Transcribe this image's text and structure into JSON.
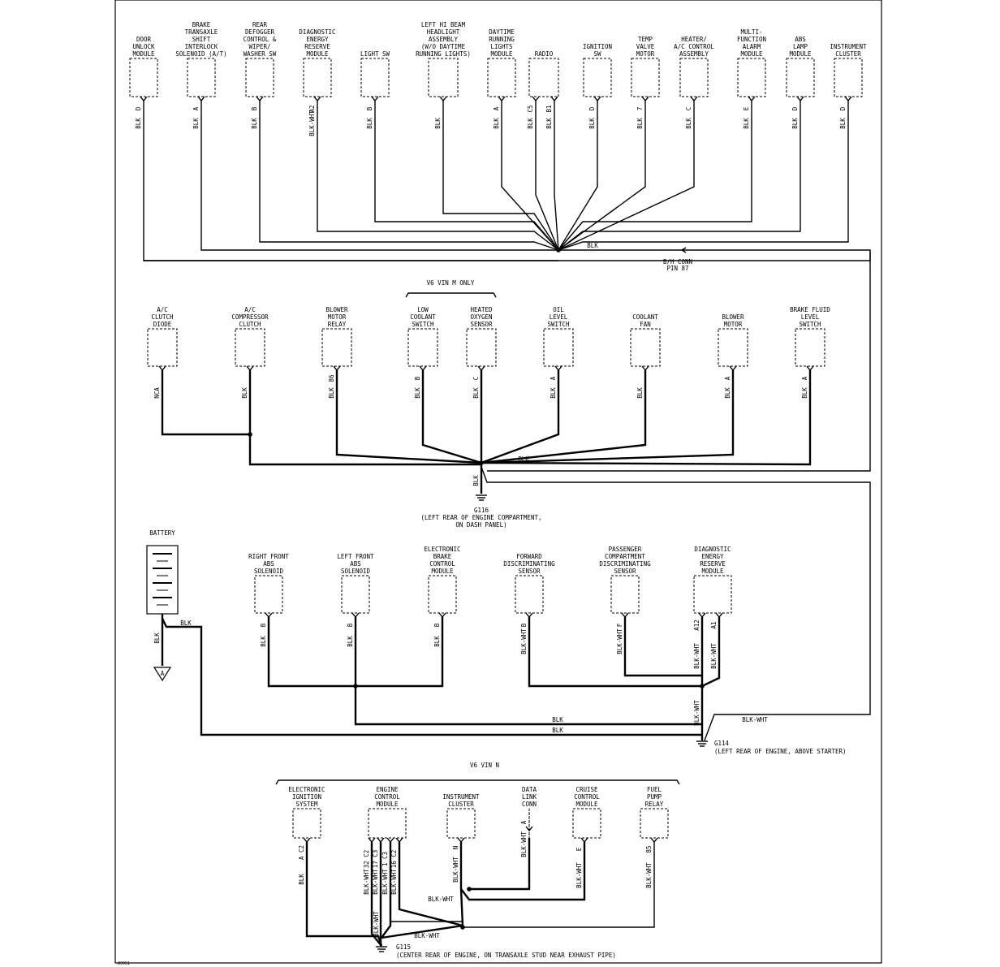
{
  "components": {
    "door_unlock": {
      "label": [
        "DOOR",
        "UNLOCK",
        "MODULE"
      ],
      "pin": "D",
      "wire": "BLK"
    },
    "brake_transaxle": {
      "label": [
        "BRAKE",
        "TRANSAXLE",
        "SHIFT",
        "INTERLOCK",
        "SOLENOID  (A/T)"
      ],
      "pin": "A",
      "wire": "BLK"
    },
    "rear_defogger": {
      "label": [
        "REAR",
        "DEFOGGER",
        "CONTROL &",
        "WIPER/",
        "WASHER SW"
      ],
      "pin": "B",
      "wire": "BLK"
    },
    "diag_energy_top": {
      "label": [
        "DIAGNOSTIC",
        "ENERGY",
        "RESERVE",
        "MODULE"
      ],
      "pin": "A2",
      "wire": "BLK-WHT"
    },
    "light_sw": {
      "label": [
        "LIGHT SW"
      ],
      "pin": "B",
      "wire": "BLK"
    },
    "left_hi_beam": {
      "label": [
        "LEFT HI BEAM",
        "HEADLIGHT",
        "ASSEMBLY",
        "(W/O DAYTIME",
        "RUNNING LIGHTS)"
      ],
      "wire": "BLK"
    },
    "daytime_running": {
      "label": [
        "DAYTIME",
        "RUNNING",
        "LIGHTS",
        "MODULE"
      ],
      "pin": "A",
      "wire": "BLK"
    },
    "radio": {
      "label": [
        "RADIO"
      ],
      "pin1": "C5",
      "wire1": "BLK",
      "pin2": "B1",
      "wire2": "BLK"
    },
    "ignition_sw": {
      "label": [
        "IGNITION",
        "SW"
      ],
      "pin": "D",
      "wire": "BLK"
    },
    "temp_valve": {
      "label": [
        "TEMP",
        "VALVE",
        "MOTOR"
      ],
      "pin": "7",
      "wire": "BLK"
    },
    "heater_ac": {
      "label": [
        "HEATER/",
        "A/C CONTROL",
        "ASSEMBLY"
      ],
      "pin": "C",
      "wire": "BLK"
    },
    "multi_function": {
      "label": [
        "MULTI-",
        "FUNCTION",
        "ALARM",
        "MODULE"
      ],
      "pin": "E",
      "wire": "BLK"
    },
    "abs_lamp": {
      "label": [
        "ABS",
        "LAMP",
        "MODULE"
      ],
      "pin": "D",
      "wire": "BLK"
    },
    "instrument_top": {
      "label": [
        "INSTRUMENT",
        "CLUSTER"
      ],
      "pin": "D",
      "wire": "BLK"
    },
    "ac_clutch_diode": {
      "label": [
        "A/C",
        "CLUTCH",
        "DIODE"
      ],
      "wire": "NCA"
    },
    "ac_compressor": {
      "label": [
        "A/C",
        "COMPRESSOR",
        "CLUTCH"
      ],
      "wire": "BLK"
    },
    "blower_relay": {
      "label": [
        "BLOWER",
        "MOTOR",
        "RELAY"
      ],
      "pin": "86",
      "wire": "BLK"
    },
    "low_coolant": {
      "label": [
        "LOW",
        "COOLANT",
        "SWITCH"
      ],
      "pin": "B",
      "wire": "BLK"
    },
    "heated_oxygen": {
      "label": [
        "HEATED",
        "OXYGEN",
        "SENSOR"
      ],
      "pin": "C",
      "wire": "BLK"
    },
    "oil_level": {
      "label": [
        "OIL",
        "LEVEL",
        "SWITCH"
      ],
      "pin": "A",
      "wire": "BLK"
    },
    "coolant_fan": {
      "label": [
        "COOLANT",
        "FAN"
      ],
      "wire": "BLK"
    },
    "blower_motor": {
      "label": [
        "BLOWER",
        "MOTOR"
      ],
      "pin": "A",
      "wire": "BLK"
    },
    "brake_fluid": {
      "label": [
        "BRAKE FLUID",
        "LEVEL",
        "SWITCH"
      ],
      "pin": "A",
      "wire": "BLK"
    },
    "right_front_abs": {
      "label": [
        "RIGHT FRONT",
        "ABS",
        "SOLENOID"
      ],
      "pin": "B",
      "wire": "BLK"
    },
    "left_front_abs": {
      "label": [
        "LEFT FRONT",
        "ABS",
        "SOLENOID"
      ],
      "pin": "B",
      "wire": "BLK"
    },
    "ebcm": {
      "label": [
        "ELECTRONIC",
        "BRAKE",
        "CONTROL",
        "MODULE"
      ],
      "pin": "B",
      "wire": "BLK"
    },
    "forward_sensor": {
      "label": [
        "FORWARD",
        "DISCRIMINATING",
        "SENSOR"
      ],
      "pin": "B",
      "wire": "BLK-WHT"
    },
    "passenger_sensor": {
      "label": [
        "PASSENGER",
        "COMPARTMENT",
        "DISCRIMINATING",
        "SENSOR"
      ],
      "pin": "F",
      "wire": "BLK-WHT"
    },
    "diag_energy_mid": {
      "label": [
        "DIAGNOSTIC",
        "ENERGY",
        "RESERVE",
        "MODULE"
      ],
      "pin1": "A12",
      "wire1": "BLK-WHT",
      "pin2": "A1",
      "wire2": "BLK-WHT"
    },
    "electronic_ignition": {
      "label": [
        "ELECTRONIC",
        "IGNITION",
        "SYSTEM"
      ],
      "pin": "A",
      "conn": "C2",
      "wire": "BLK"
    },
    "ecm": {
      "label": [
        "ENGINE",
        "CONTROL",
        "MODULE"
      ],
      "pins": [
        {
          "pin": "32",
          "conn": "C2",
          "wire": "BLK-WHT"
        },
        {
          "pin": "17",
          "conn": "C3",
          "wire": "BLK-WHT"
        },
        {
          "pin": "1",
          "conn": "C3",
          "wire": "BLK-WHT"
        },
        {
          "pin": "16",
          "conn": "C2",
          "wire": "BLK-WHT"
        }
      ]
    },
    "instrument_bottom": {
      "label": [
        "INSTRUMENT",
        "CLUSTER"
      ],
      "pin": "N",
      "wire": "BLK-WHT"
    },
    "data_link": {
      "label": [
        "DATA",
        "LINK",
        "CONN"
      ],
      "pin": "A",
      "wire": "BLK-WHT"
    },
    "cruise_control": {
      "label": [
        "CRUISE",
        "CONTROL",
        "MODULE"
      ],
      "pin": "E",
      "wire": "BLK-WHT"
    },
    "fuel_pump": {
      "label": [
        "FUEL",
        "PUMP",
        "RELAY"
      ],
      "pin": "85",
      "wire": "BLK-WHT"
    },
    "battery": {
      "label": [
        "BATTERY"
      ],
      "wire": "BLK"
    }
  },
  "splices": {
    "top_wire": "BLK",
    "bh_conn": [
      "B/H CONN",
      "PIN 87"
    ],
    "mid_wire": "BLK",
    "mid_ground_wire": "BLK",
    "battery_wire": "BLK",
    "lower_blk_1": "BLK",
    "lower_blk_2": "BLK",
    "lower_blkwht_right": "BLK-WHT",
    "lower_blkwht_vert": "BLK-WHT",
    "bottom_blkwht_1": "BLK-WHT",
    "bottom_blkwht_2": "BLK-WHT",
    "bottom_blkwht_vert": "BLK-WHT"
  },
  "grounds": {
    "g116": [
      "G116",
      "(LEFT REAR OF ENGINE COMPARTMENT,",
      "ON DASH PANEL)"
    ],
    "g114": [
      "G114",
      "(LEFT REAR OF ENGINE, ABOVE STARTER)"
    ],
    "g115": [
      "G115",
      "(CENTER REAR OF ENGINE, ON TRANSAXLE STUD NEAR EXHAUST PIPE)"
    ],
    "battery_ground": "A"
  },
  "brackets": {
    "v6_vin_m": "V6 VIN M ONLY",
    "v6_vin_n": "V6 VIN N"
  },
  "figure_id": "89951"
}
